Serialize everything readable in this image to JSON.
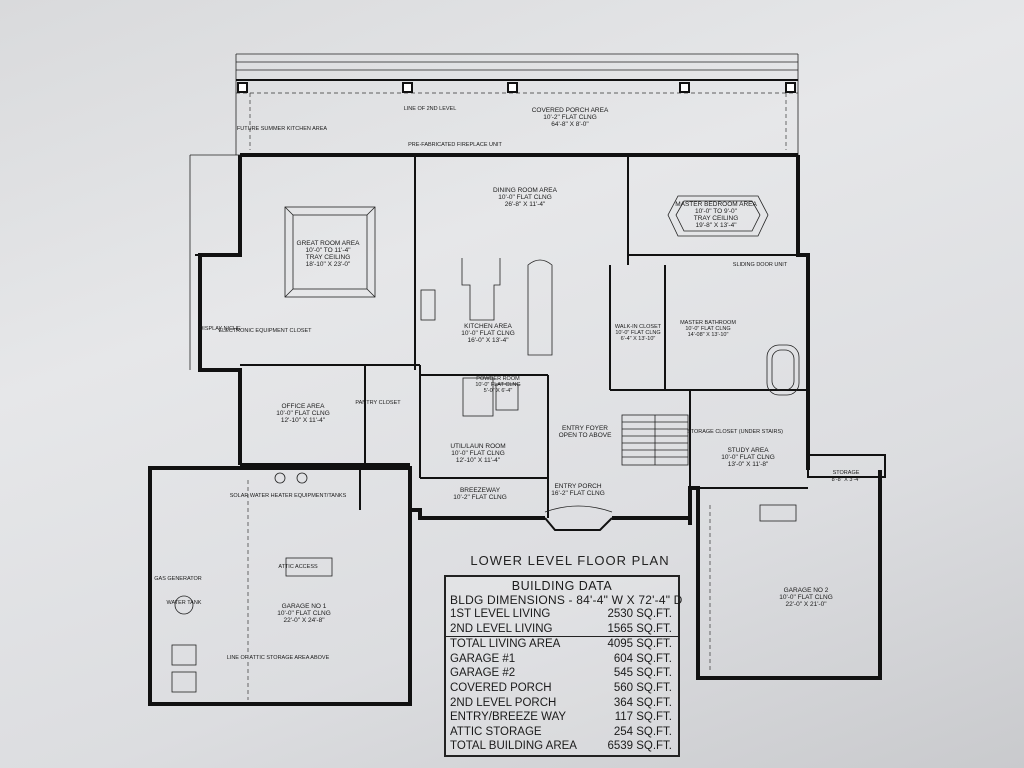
{
  "plan_title": "LOWER LEVEL FLOOR PLAN",
  "rooms": {
    "covered_porch": [
      "COVERED PORCH AREA",
      "10'-2\" FLAT CLNG",
      "64'-8\" X 8'-0\""
    ],
    "dining": [
      "DINING ROOM AREA",
      "10'-0\" FLAT CLNG",
      "26'-8\" X 11'-4\""
    ],
    "master_bedroom": [
      "MASTER BEDROOM AREA",
      "10'-0\" TO 9'-0\"",
      "TRAY CEILING",
      "19'-8\" X 13'-4\""
    ],
    "great_room": [
      "GREAT ROOM AREA",
      "10'-0\" TO 11'-4\"",
      "TRAY CEILING",
      "18'-10\" X 23'-0\""
    ],
    "kitchen": [
      "KITCHEN AREA",
      "10'-0\" FLAT CLNG",
      "16'-0\" X 13'-4\""
    ],
    "office": [
      "OFFICE AREA",
      "10'-0\" FLAT CLNG",
      "12'-10\" X 11'-4\""
    ],
    "util_laun": [
      "UTIL/LAUN ROOM",
      "10'-0\" FLAT CLNG",
      "12'-10\" X 11'-4\""
    ],
    "entry_foyer": [
      "ENTRY FOYER",
      "OPEN TO ABOVE"
    ],
    "breezeway": [
      "BREEZEWAY",
      "10'-2\" FLAT CLNG"
    ],
    "entry_porch": [
      "ENTRY PORCH",
      "16'-2\" FLAT CLNG"
    ],
    "study": [
      "STUDY AREA",
      "10'-0\" FLAT CLNG",
      "13'-0\" X 11'-8\""
    ],
    "storage": [
      "STORAGE",
      "8'-8\" X 3'-4\""
    ],
    "garage1": [
      "GARAGE NO 1",
      "10'-0\" FLAT CLNG",
      "22'-0\" X 24'-8\""
    ],
    "garage2": [
      "GARAGE NO 2",
      "10'-0\" FLAT CLNG",
      "22'-0\" X 21'-0\""
    ],
    "walk_in_closet": [
      "WALK-IN CLOSET",
      "10'-0\" FLAT CLNG",
      "6'-4\" X 13'-10\""
    ],
    "master_bathroom": [
      "MASTER BATHROOM",
      "10'-0\" FLAT CLNG",
      "14'-08\" X 13'-10\""
    ],
    "powder_room": [
      "POWDER ROOM",
      "10'-0\" FLAT CLNG",
      "5'-0\" X 6'-4\""
    ]
  },
  "notes": {
    "future_summer_kitchen": "FUTURE SUMMER KITCHEN AREA",
    "line_2nd_level": "LINE OF 2ND LEVEL",
    "prefab_fireplace": "PRE-FABRICATED FIREPLACE UNIT",
    "sliding_door": "SLIDING DOOR UNIT",
    "pantry_closet": "PANTRY CLOSET",
    "storage_closet": "STORAGE CLOSET (UNDER STAIRS)",
    "solar_heater": "SOLAR WATER HEATER EQUIPMENT/TANKS",
    "attic_access": "ATTIC ACCESS",
    "attic_storage": "LINE OF ATTIC STORAGE AREA ABOVE",
    "gas_generator": "GAS GENERATOR",
    "water_tank": "WATER TANK",
    "display_niche": "DISPLAY NICHE",
    "electronic_closet": "ELECTRONIC EQUIPMENT CLOSET"
  },
  "building_data": {
    "title": "BUILDING DATA",
    "dimensions": "BLDG DIMENSIONS - 84'-4\" W X 72'-4\" D",
    "rows": [
      {
        "label": "1ST LEVEL LIVING",
        "value": "2530 SQ.FT."
      },
      {
        "label": "2ND LEVEL LIVING",
        "value": "1565 SQ.FT."
      },
      {
        "label": "TOTAL LIVING AREA",
        "value": "4095 SQ.FT."
      },
      {
        "label": "GARAGE #1",
        "value": "604 SQ.FT."
      },
      {
        "label": "GARAGE #2",
        "value": "545 SQ.FT."
      },
      {
        "label": "COVERED PORCH",
        "value": "560 SQ.FT."
      },
      {
        "label": "2ND LEVEL PORCH",
        "value": "364 SQ.FT."
      },
      {
        "label": "ENTRY/BREEZE WAY",
        "value": "117 SQ.FT."
      },
      {
        "label": "ATTIC STORAGE",
        "value": "254 SQ.FT."
      },
      {
        "label": "TOTAL BUILDING AREA",
        "value": "6539 SQ.FT."
      }
    ]
  }
}
